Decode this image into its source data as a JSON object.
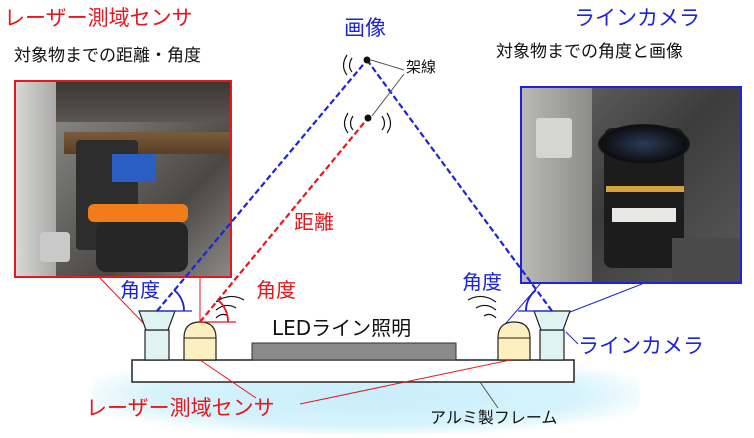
{
  "colors": {
    "red": "#e8171c",
    "blue": "#1c24d8",
    "glow": "#c8eefb",
    "frame_fill": "#ffffff",
    "sensor_fill": "#fdf0c0",
    "camera_fill": "#dff4f2"
  },
  "labels": {
    "laser_sensor_title": "レーザー測域センサ",
    "laser_sensor_desc": "対象物までの距離・角度",
    "line_camera_title": "ラインカメラ",
    "line_camera_desc": "対象物までの角度と画像",
    "image": "画像",
    "overhead_wire": "架線",
    "distance": "距離",
    "angle_left": "角度",
    "angle_center": "角度",
    "angle_right": "角度",
    "led_light": "LEDライン照明",
    "line_camera_side": "ラインカメラ",
    "laser_sensor_bottom": "レーザー測域センサ",
    "aluminum_frame": "アルミ製フレーム"
  }
}
